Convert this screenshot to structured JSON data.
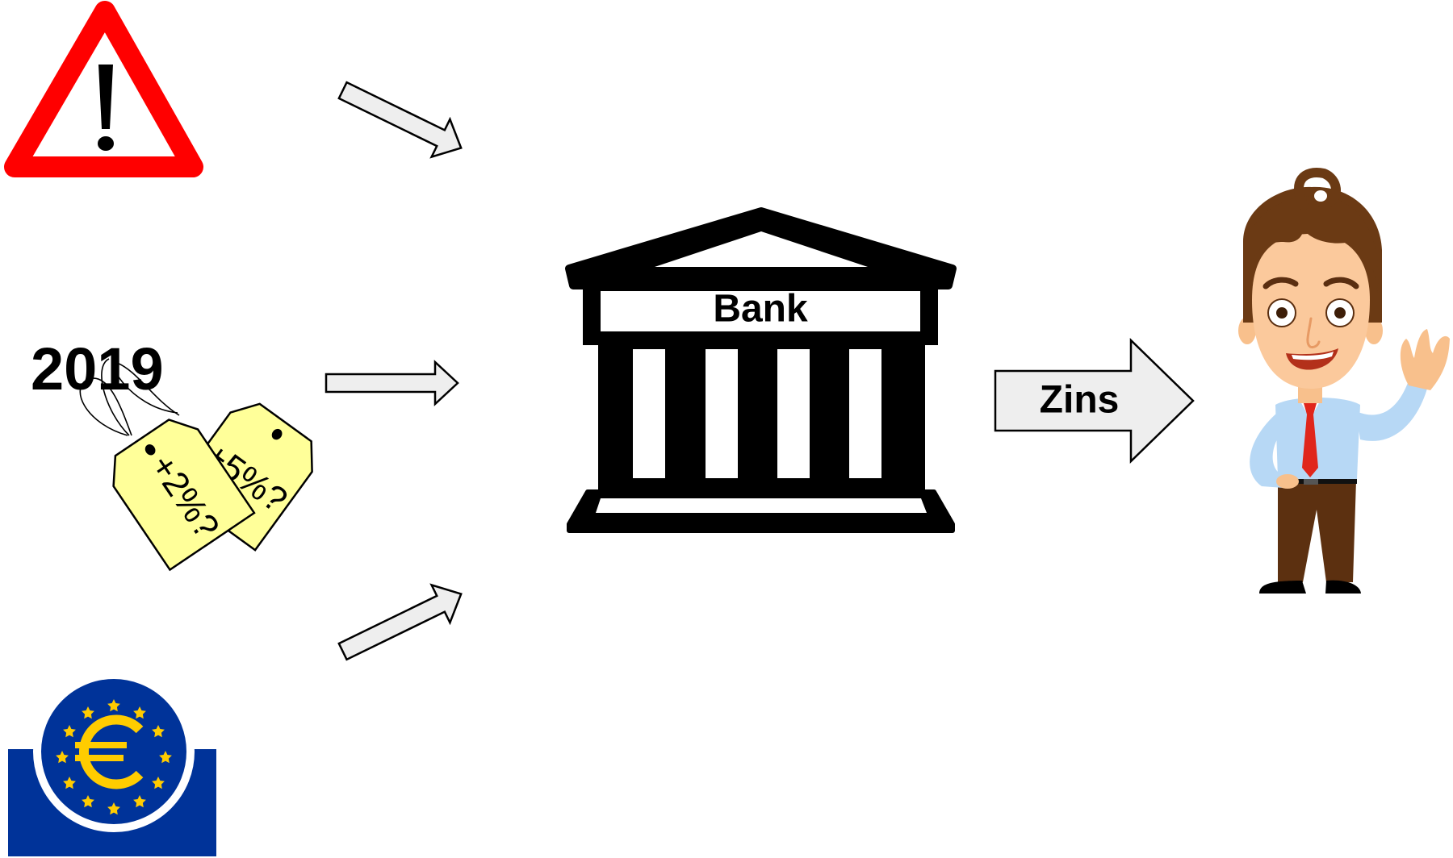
{
  "diagram": {
    "year_label": "2019",
    "price_tags": [
      {
        "text": "+2%?"
      },
      {
        "text": "+5%?"
      }
    ],
    "bank_label": "Bank",
    "interest_label": "Zins",
    "icons": {
      "warning": "warning-triangle-icon",
      "bank": "bank-building-icon",
      "central_bank": "ecb-euro-logo-icon",
      "person": "waving-businessman-icon"
    },
    "colors": {
      "warning_red": "#ff0000",
      "bank_black": "#000000",
      "tag_yellow": "#ffff99",
      "arrow_fill": "#eeeeee",
      "ecb_blue": "#003399",
      "euro_yellow": "#ffcc00"
    }
  }
}
